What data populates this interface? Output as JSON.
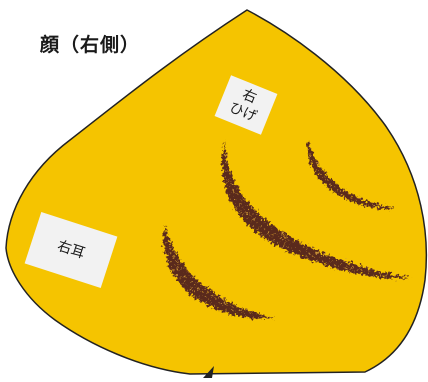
{
  "title": "顔（右側）",
  "labels": {
    "ear": "右耳",
    "whisker_line1": "右",
    "whisker_line2": "ひげ"
  },
  "colors": {
    "face_fill": "#f5c400",
    "outline": "#222222",
    "whisker": "#5a2a1a",
    "label_bg": "#f2f2f2",
    "text": "#1a1a1a"
  }
}
